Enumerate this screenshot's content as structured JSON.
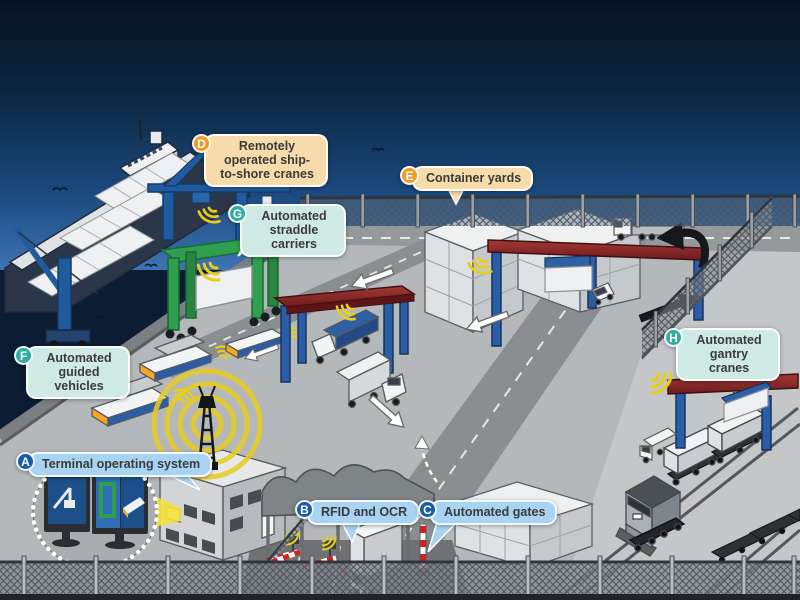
{
  "diagram": {
    "description": "Isometric illustration of an automated container terminal at night",
    "callouts": [
      {
        "letter": "A",
        "label": "Terminal operating system",
        "theme": "blue"
      },
      {
        "letter": "B",
        "label": "RFID and OCR",
        "theme": "blue"
      },
      {
        "letter": "C",
        "label": "Automated gates",
        "theme": "blue"
      },
      {
        "letter": "D",
        "label": "Remotely operated ship-to-shore cranes",
        "theme": "orange"
      },
      {
        "letter": "E",
        "label": "Container yards",
        "theme": "orange"
      },
      {
        "letter": "F",
        "label": "Automated guided vehicles",
        "theme": "teal"
      },
      {
        "letter": "G",
        "label": "Automated straddle carriers",
        "theme": "teal"
      },
      {
        "letter": "H",
        "label": "Automated gantry cranes",
        "theme": "teal"
      }
    ],
    "colors": {
      "sky_top": "#071220",
      "sky_bottom": "#3d74b2",
      "yard_gray": "#b5b8ba",
      "outer_gray": "#c4c6c8",
      "road_gray": "#8a8e91",
      "crane_blue": "#1f5b9e",
      "crane_beam_red": "#7e1f24",
      "straddle_green": "#2f9e4f",
      "wifi_yellow": "#e8ce1c",
      "badge_blue": "#1a5ba6",
      "bubble_blue": "#a9d3f2",
      "badge_orange": "#f09b25",
      "bubble_orange": "#f7dcab",
      "badge_teal": "#2fae9e",
      "bubble_teal": "#cfe9e5"
    }
  }
}
